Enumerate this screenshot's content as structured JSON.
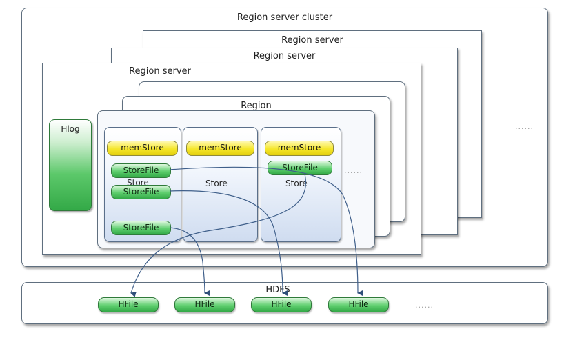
{
  "cluster": {
    "title": "Region server cluster"
  },
  "region_servers": [
    {
      "title": "Region server"
    },
    {
      "title": "Region server"
    },
    {
      "title": "Region server"
    }
  ],
  "region": {
    "title": "Region"
  },
  "hlog": {
    "label": "Hlog"
  },
  "stores": [
    {
      "label": "Store",
      "memstore": "memStore",
      "storefiles": [
        "StoreFile",
        "StoreFile",
        "StoreFile"
      ]
    },
    {
      "label": "Store",
      "memstore": "memStore",
      "storefiles": []
    },
    {
      "label": "Store",
      "memstore": "memStore",
      "storefiles": [
        "StoreFile"
      ]
    }
  ],
  "store_ellipsis": "......",
  "cluster_ellipsis": "......",
  "hdfs": {
    "title": "HDFS",
    "hfiles": [
      "HFile",
      "HFile",
      "HFile",
      "HFile"
    ],
    "ellipsis": "......"
  },
  "colors": {
    "memstore": "#f5e62a",
    "storefile": "#4fbf5f",
    "hlog": "#3db24f",
    "border": "#5f6f7f"
  }
}
